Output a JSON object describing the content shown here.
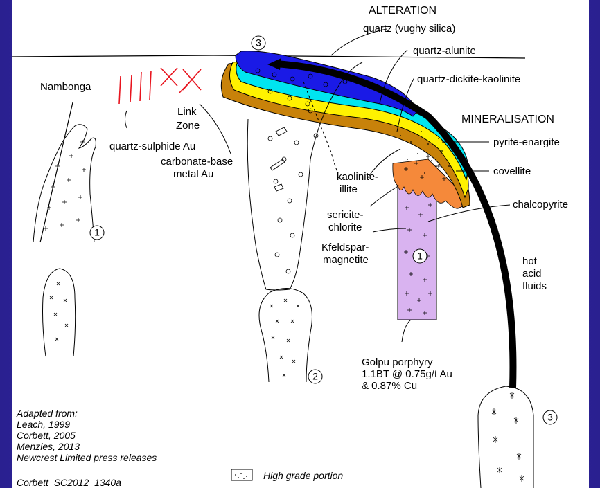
{
  "headings": {
    "alteration": "ALTERATION",
    "mineralisation": "MINERALISATION"
  },
  "alteration_labels": {
    "quartz_vughy": "quartz (vughy silica)",
    "quartz_alunite": "quartz-alunite",
    "quartz_dickite": "quartz-dickite-kaolinite",
    "kaolinite_illite_1": "kaolinite-",
    "kaolinite_illite_2": "illite",
    "sericite_1": "sericite-",
    "sericite_2": "chlorite",
    "kfeldspar_1": "Kfeldspar-",
    "kfeldspar_2": "magnetite"
  },
  "mineral_labels": {
    "pyrite_enargite": "pyrite-enargite",
    "covellite": "covellite",
    "chalcopyrite": "chalcopyrite"
  },
  "locations": {
    "nambonga": "Nambonga",
    "link_1": "Link",
    "link_2": "Zone",
    "quartz_sulphide": "quartz-sulphide Au",
    "carbonate_1": "carbonate-base",
    "carbonate_2": "metal Au"
  },
  "fluids": [
    "hot",
    "acid",
    "fluids"
  ],
  "golpu": [
    "Golpu porphyry",
    "1.1BT @ 0.75g/t Au",
    "& 0.87% Cu"
  ],
  "numbers": {
    "one": "1",
    "two": "2",
    "three": "3"
  },
  "legend": {
    "high_grade": "High grade portion"
  },
  "sources": {
    "heading": "Adapted from:",
    "items": [
      "Leach, 1999",
      "Corbett, 2005",
      "Menzies, 2013",
      "Newcrest Limited press releases"
    ],
    "credit": "Corbett_SC2012_1340a"
  },
  "colors": {
    "quartz_vughy": "#1a1ae6",
    "quartz_alunite": "#00e5f0",
    "quartz_dickite": "#fff200",
    "kaolinite_illite": "#c8820a",
    "sericite_chlorite": "#f5893a",
    "kfeldspar": "#d9b3f0",
    "background_frame": "#3a2fb0"
  }
}
